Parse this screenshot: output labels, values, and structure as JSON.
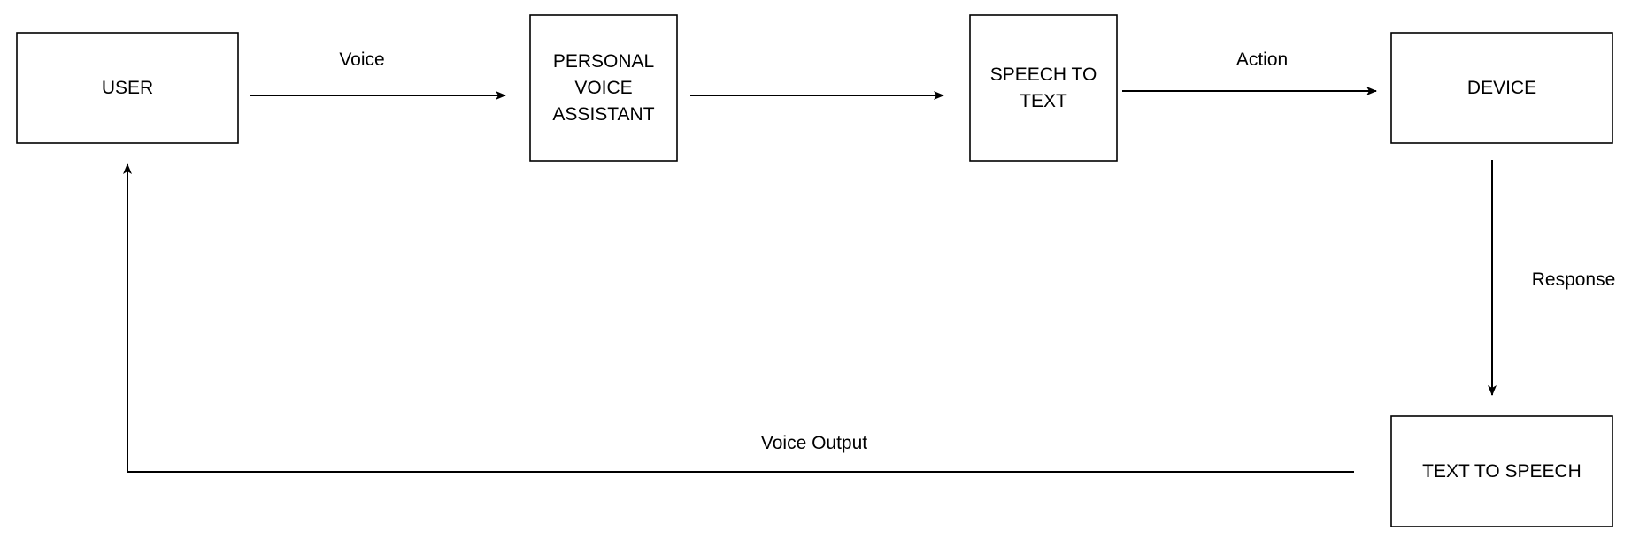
{
  "diagram": {
    "nodes": {
      "user": [
        "USER"
      ],
      "assistant": [
        "PERSONAL",
        "VOICE",
        "ASSISTANT"
      ],
      "stt": [
        "SPEECH TO",
        "TEXT"
      ],
      "device": [
        "DEVICE"
      ],
      "tts": [
        "TEXT TO SPEECH"
      ]
    },
    "edges": {
      "user_to_assistant": "Voice",
      "stt_to_device": "Action",
      "device_to_tts": "Response",
      "tts_to_user": "Voice Output"
    }
  }
}
